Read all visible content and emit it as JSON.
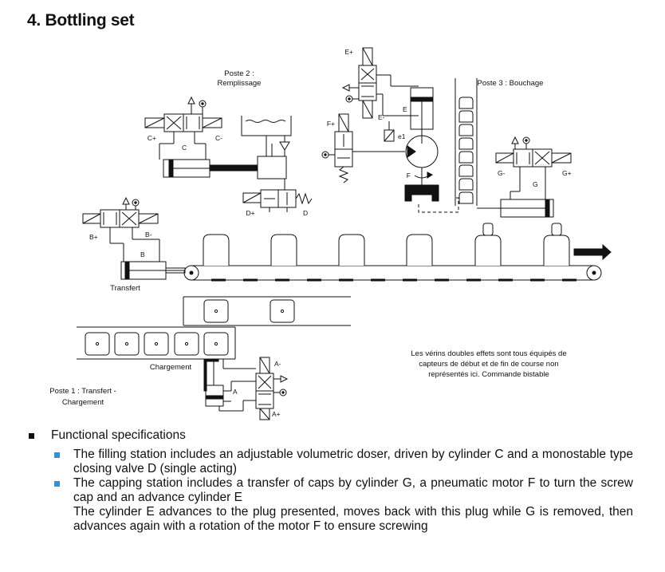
{
  "heading": "4. Bottling set",
  "stations": {
    "poste2_line1": "Poste 2 :",
    "poste2_line2": "Remplissage",
    "poste3": "Poste 3 : Bouchage",
    "poste1_line1": "Poste 1 : Transfert -",
    "poste1_line2": "Chargement",
    "transfert": "Transfert",
    "chargement": "Chargement"
  },
  "component_labels": {
    "c_plus": "C+",
    "c_minus": "C-",
    "c": "C",
    "d_plus": "D+",
    "d": "D",
    "b_plus": "B+",
    "b_minus": "B-",
    "b": "B",
    "e_plus": "E+",
    "e_minus": "E-",
    "e": "E",
    "f_plus": "F+",
    "f": "F",
    "e1": "e1",
    "g_minus": "G-",
    "g_plus": "G+",
    "g": "G",
    "a_minus": "A-",
    "a_plus": "A+",
    "a": "A"
  },
  "note": {
    "line1": "Les vérins doubles effets sont tous équipés de",
    "line2": "capteurs de début et de fin de course non",
    "line3": "représentés ici. Commande bistable"
  },
  "specs": {
    "title": "Functional specifications",
    "item1": "The filling station includes an adjustable volumetric doser, driven by cylinder C and a monostable type closing valve D (single acting)",
    "item2_line1": "The capping station includes a transfer of caps by cylinder G, a pneumatic motor F to turn the screw cap and an advance cylinder E",
    "item2_line2": "The cylinder E advances to the plug presented, moves back with this plug while G is removed, then advances again with a rotation of the motor F to ensure screwing"
  },
  "colors": {
    "bullet_main": "#111111",
    "bullet_sub": "#3a8fcf",
    "line": "#111111"
  }
}
